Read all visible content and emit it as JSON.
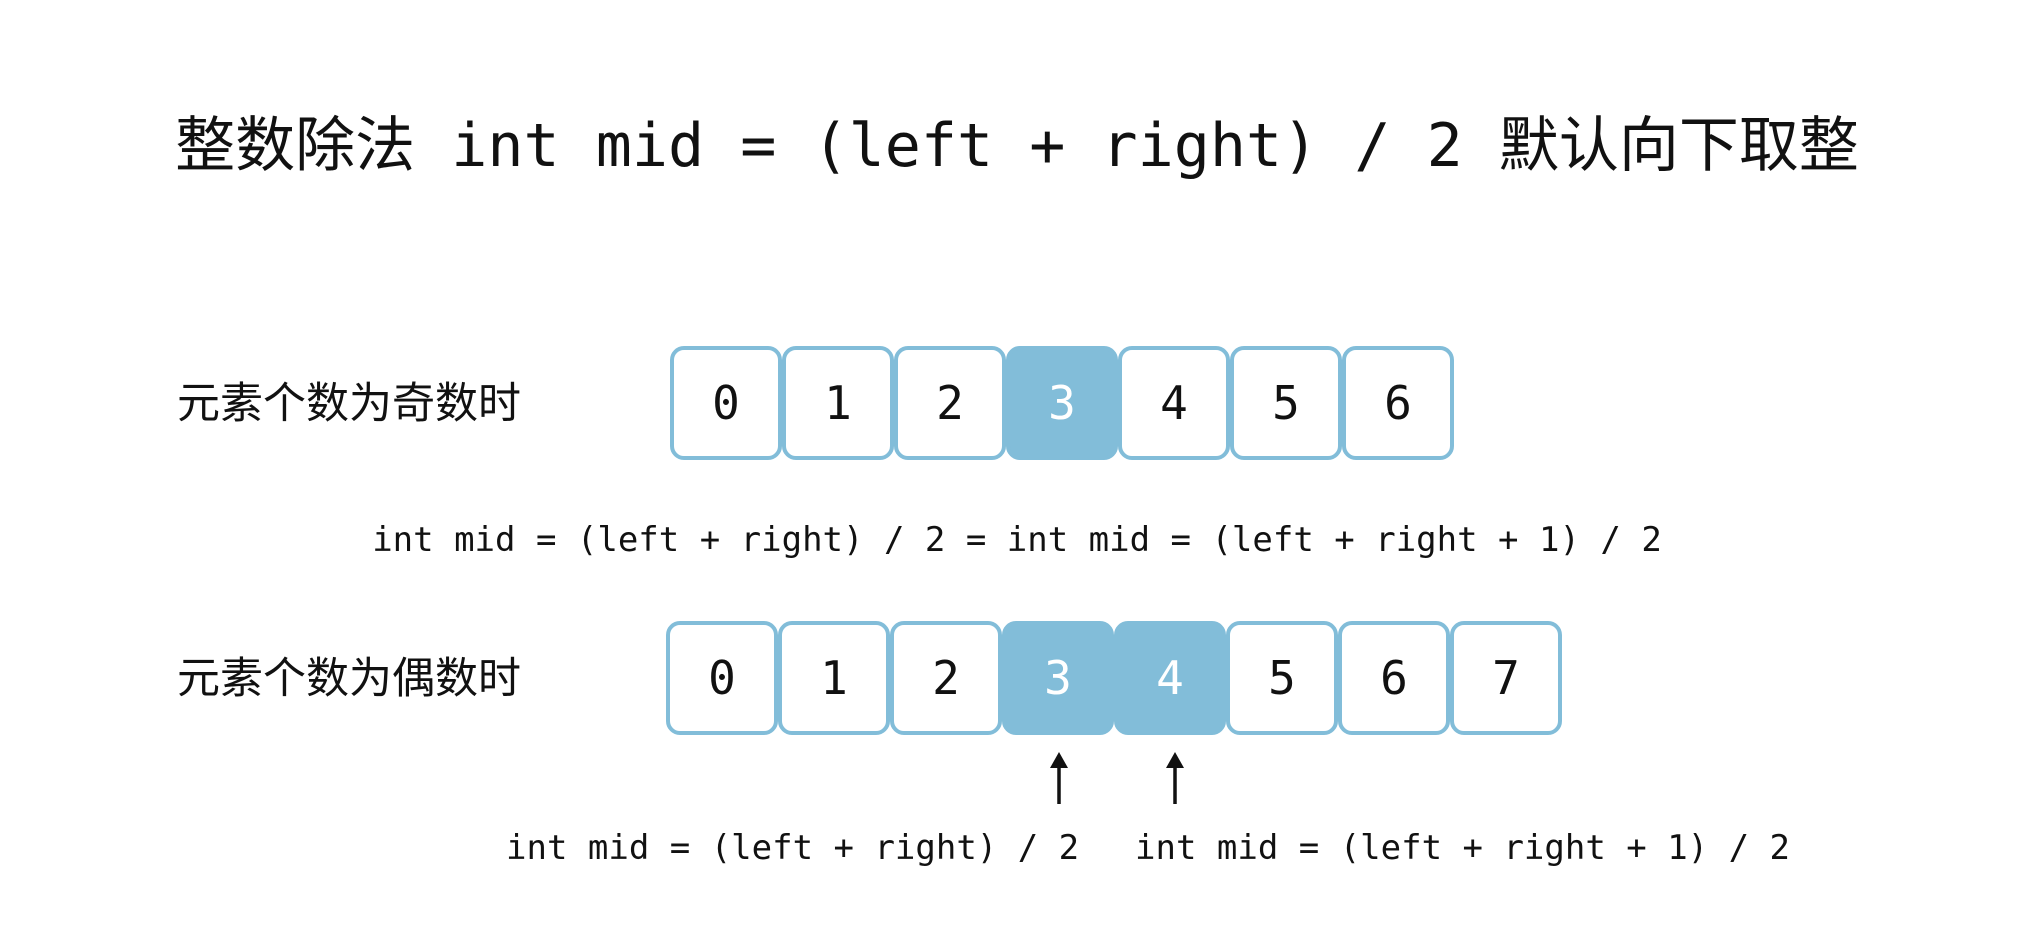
{
  "title": {
    "prefix": "整数除法",
    "code": " int mid = (left + right) / 2 ",
    "suffix": "默认向下取整"
  },
  "odd_row": {
    "label": "元素个数为奇数时",
    "cells": [
      "0",
      "1",
      "2",
      "3",
      "4",
      "5",
      "6"
    ],
    "highlighted": [
      3
    ],
    "formula": "int mid = (left + right) / 2 = int mid = (left + right + 1) / 2"
  },
  "even_row": {
    "label": "元素个数为偶数时",
    "cells": [
      "0",
      "1",
      "2",
      "3",
      "4",
      "5",
      "6",
      "7"
    ],
    "highlighted": [
      3,
      4
    ],
    "formula_left": "int mid = (left + right) / 2",
    "formula_right": "int mid = (left + right + 1) / 2"
  },
  "colors": {
    "accent": "#82BDD9",
    "text": "#111111",
    "highlight_text": "#ffffff"
  },
  "icons": {
    "pointer": "up-arrow-icon"
  }
}
